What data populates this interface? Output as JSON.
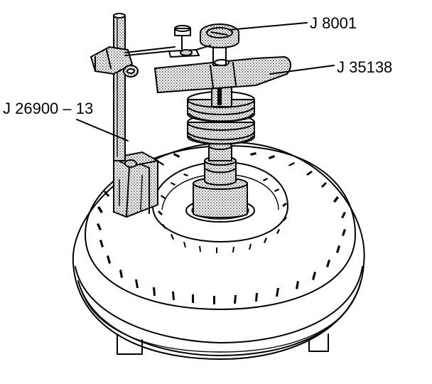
{
  "labels": {
    "tool_j8001": "J 8001",
    "tool_j35138": "J 35138",
    "tool_j26900": "J 26900 – 13"
  }
}
